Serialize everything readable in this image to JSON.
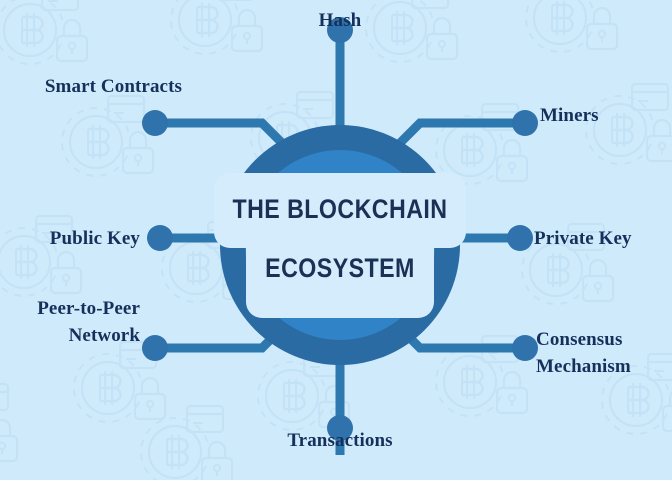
{
  "diagram": {
    "center": {
      "line1": "THE BLOCKCHAIN",
      "line2": "ECOSYSTEM"
    },
    "nodes": [
      {
        "id": "hash",
        "label": "Hash",
        "position": "top"
      },
      {
        "id": "miners",
        "label": "Miners",
        "position": "top-right"
      },
      {
        "id": "private-key",
        "label": "Private Key",
        "position": "right"
      },
      {
        "id": "consensus",
        "label": "Consensus\nMechanism",
        "position": "bottom-right"
      },
      {
        "id": "transactions",
        "label": "Transactions",
        "position": "bottom"
      },
      {
        "id": "peer-to-peer",
        "label": "Peer-to-Peer\nNetwork",
        "position": "bottom-left"
      },
      {
        "id": "public-key",
        "label": "Public Key",
        "position": "left"
      },
      {
        "id": "smart-contracts",
        "label": "Smart Contracts",
        "position": "top-left"
      }
    ],
    "colors": {
      "background": "#cfeafb",
      "hub_outer": "#2a6ba3",
      "hub_inner": "#2f83c6",
      "plate": "#d5ecfd",
      "connector": "#2e78b0",
      "node_dot": "#2f72ac",
      "label_text": "#16305c",
      "center_text": "#1b3055",
      "watermark": "#bcdcf2"
    },
    "watermark_icons": [
      "bitcoin-coin-icon",
      "padlock-icon"
    ]
  }
}
